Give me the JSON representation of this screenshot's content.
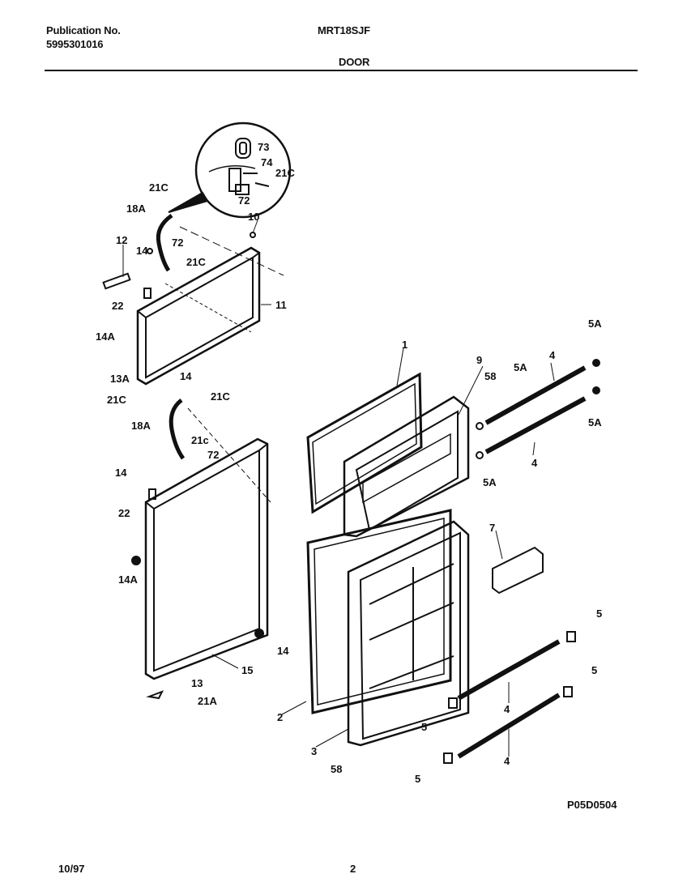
{
  "header": {
    "publication_label": "Publication No.",
    "publication_number": "5995301016",
    "model": "MRT18SJF",
    "section": "DOOR"
  },
  "diagram": {
    "code": "P05D0504",
    "labels": {
      "l73": "73",
      "l74": "74",
      "l21c_inset": "21C",
      "l72_inset": "72",
      "l21c_top": "21C",
      "l18a_top": "18A",
      "l72_top": "72",
      "l10": "10",
      "l12": "12",
      "l14_top": "14",
      "l21c_mid": "21C",
      "l22_top": "22",
      "l11": "11",
      "l14a_top": "14A",
      "l13a": "13A",
      "l14_mid": "14",
      "l21c_left": "21C",
      "l21c_right": "21C",
      "l18a_low": "18A",
      "l21c_small": "21c",
      "l72_low": "72",
      "l14_low": "14",
      "l22_low": "22",
      "l14a_low": "14A",
      "l14_bot": "14",
      "l15": "15",
      "l13": "13",
      "l21a": "21A",
      "l1": "1",
      "l9": "9",
      "l58_top": "58",
      "l5a_a": "5A",
      "l5a_b": "5A",
      "l5a_c": "5A",
      "l5a_d": "5A",
      "l4_a": "4",
      "l4_b": "4",
      "l7": "7",
      "l5_a": "5",
      "l5_b": "5",
      "l5_c": "5",
      "l5_d": "5",
      "l4_c": "4",
      "l4_d": "4",
      "l2": "2",
      "l3": "3",
      "l58_bot": "58"
    }
  },
  "footer": {
    "date": "10/97",
    "page": "2"
  }
}
